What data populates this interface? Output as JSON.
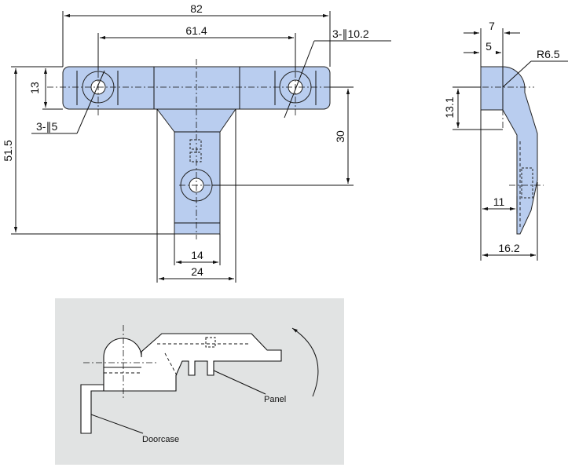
{
  "front_view": {
    "overall_width": "82",
    "hole_spacing": "61.4",
    "large_holes": "3-∥10.2",
    "small_holes": "3-∥5",
    "flange_height": "13",
    "total_height": "51.5",
    "stem_hole_offset": "30",
    "stem_inner_width": "14",
    "stem_outer_width": "24"
  },
  "side_view": {
    "width_7": "7",
    "width_5": "5",
    "radius": "R6.5",
    "height": "13.1",
    "depth_11": "11",
    "depth_16": "16.2"
  },
  "install_view": {
    "label_panel": "Panel",
    "label_doorcase": "Doorcase",
    "background_color": "#e1e3e3"
  },
  "colors": {
    "part_fill": "#b9cdef"
  }
}
